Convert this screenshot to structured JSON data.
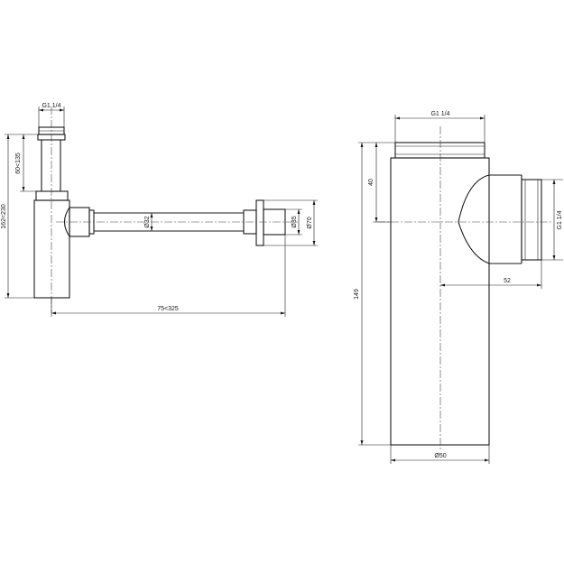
{
  "left_view": {
    "thread_top": "G1 1/4",
    "height_total": "162<230",
    "height_inlet": "60<135",
    "length": "75<325",
    "dia_pipe": "Ø32",
    "dia_outlet": "Ø35",
    "dia_flange": "Ø70"
  },
  "right_view": {
    "thread_top": "G1 1/4",
    "thread_side": "G1 1/4",
    "dim_40": "40",
    "dim_149": "149",
    "dim_52": "52",
    "dim_dia50": "Ø50"
  }
}
